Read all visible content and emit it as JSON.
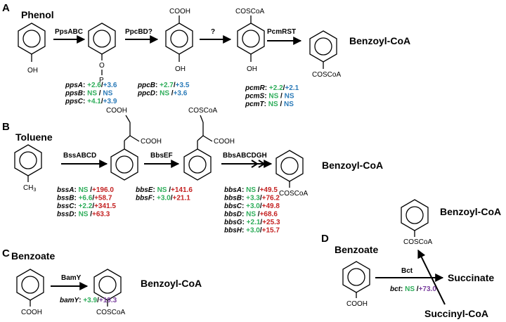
{
  "colors": {
    "green": "#2EAD5A",
    "blue": "#2A7AB8",
    "red": "#C42222",
    "purple": "#7A3F9E",
    "black": "#000000"
  },
  "panels": {
    "A": {
      "label": "A",
      "start": "Phenol",
      "end": "Benzoyl-CoA",
      "enzymes": [
        "PpsABC",
        "PpcBD?",
        "?",
        "PcmRST"
      ],
      "groups": {
        "OH": "OH",
        "O": "O",
        "P": "P",
        "COOH": "COOH",
        "COSCoA": "COSCoA"
      },
      "genes": [
        [
          {
            "gene": "ppsA",
            "v1": "+2.6",
            "sep": "/",
            "v2": "+3.6"
          },
          {
            "gene": "ppsB",
            "v1": "NS",
            "sep": " / ",
            "v2": "NS"
          },
          {
            "gene": "ppsC",
            "v1": "+4.1",
            "sep": "/",
            "v2": "+3.9"
          }
        ],
        [
          {
            "gene": "ppcB",
            "v1": "+2.7",
            "sep": "/",
            "v2": "+3.5"
          },
          {
            "gene": "ppcD",
            "v1": "NS",
            "sep": " /",
            "v2": "+3.6"
          }
        ],
        [
          {
            "gene": "pcmR",
            "v1": "+2.2",
            "sep": "/",
            "v2": "+2.1"
          },
          {
            "gene": "pcmS",
            "v1": "NS",
            "sep": " / ",
            "v2": "NS"
          },
          {
            "gene": "pcmT",
            "v1": "NS",
            "sep": " / ",
            "v2": "NS"
          }
        ]
      ]
    },
    "B": {
      "label": "B",
      "start": "Toluene",
      "end": "Benzoyl-CoA",
      "enzymes": [
        "BssABCD",
        "BbsEF",
        "BbsABCDGH"
      ],
      "groups": {
        "CH3": "CH",
        "sub3": "3",
        "COOH": "COOH",
        "COSCoA": "COSCoA"
      },
      "genes": [
        [
          {
            "gene": "bssA",
            "v1": "NS",
            "sep": " /",
            "v2": "+196.0"
          },
          {
            "gene": "bssB",
            "v1": "+6.6",
            "sep": "/",
            "v2": "+58.7"
          },
          {
            "gene": "bssC",
            "v1": "+2.2",
            "sep": "/",
            "v2": "+341.5"
          },
          {
            "gene": "bssD",
            "v1": "NS",
            "sep": " /",
            "v2": "+63.3"
          }
        ],
        [
          {
            "gene": "bbsE",
            "v1": "NS",
            "sep": " /",
            "v2": "+141.6"
          },
          {
            "gene": "bbsF",
            "v1": "+3.0",
            "sep": "/",
            "v2": "+21.1"
          }
        ],
        [
          {
            "gene": "bbsA",
            "v1": "NS",
            "sep": " /",
            "v2": "+49.5"
          },
          {
            "gene": "bbsB",
            "v1": "+3.3",
            "sep": "/",
            "v2": "+76.2"
          },
          {
            "gene": "bbsC",
            "v1": "+3.0",
            "sep": "/",
            "v2": "+49.8"
          },
          {
            "gene": "bbsD",
            "v1": "NS",
            "sep": " /",
            "v2": "+68.6"
          },
          {
            "gene": "bbsG",
            "v1": "+2.1",
            "sep": "/",
            "v2": "+25.3"
          },
          {
            "gene": "bbsH",
            "v1": "+3.0",
            "sep": "/",
            "v2": "+15.7"
          }
        ]
      ]
    },
    "C": {
      "label": "C",
      "start": "Benzoate",
      "end": "Benzoyl-CoA",
      "enzymes": [
        "BamY"
      ],
      "groups": {
        "COOH": "COOH",
        "COSCoA": "COSCoA"
      },
      "genes": [
        [
          {
            "gene": "bamY",
            "v1": "+3.9",
            "sep": "/",
            "v2": "+19.3"
          }
        ]
      ]
    },
    "D": {
      "label": "D",
      "start": "Benzoate",
      "product_top": "Benzoyl-CoA",
      "product_right": "Succinate",
      "cosubstrate": "Succinyl-CoA",
      "enzymes": [
        "Bct"
      ],
      "groups": {
        "COOH": "COOH",
        "COSCoA": "COSCoA"
      },
      "genes": [
        [
          {
            "gene": "bct",
            "v1": "NS",
            "sep": " /",
            "v2": "+73.0"
          }
        ]
      ]
    }
  }
}
